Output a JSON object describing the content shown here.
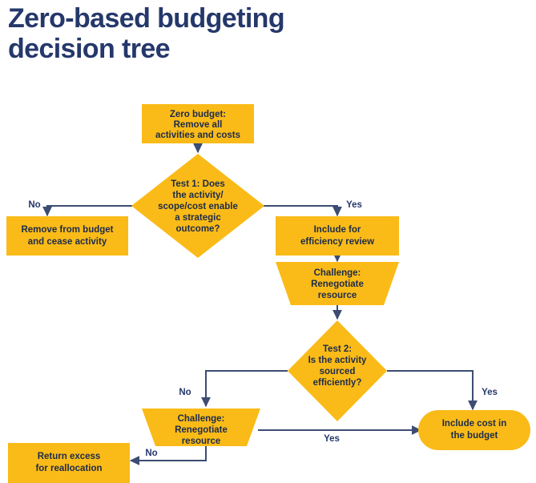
{
  "title": "Zero-based budgeting\ndecision tree",
  "colors": {
    "node_fill": "#FABB18",
    "title_text": "#25386B",
    "node_text": "#1C2B4A",
    "edge": "#3C4C73",
    "background": "#FFFFFF"
  },
  "diagram": {
    "type": "flowchart",
    "nodes": [
      {
        "id": "start",
        "shape": "rectangle",
        "lines": [
          "Zero budget:",
          "Remove all",
          "activities and costs"
        ]
      },
      {
        "id": "test1",
        "shape": "diamond",
        "lines": [
          "Test 1: Does",
          "the activity/",
          "scope/cost enable",
          "a strategic",
          "outcome?"
        ]
      },
      {
        "id": "remove",
        "shape": "rectangle",
        "lines": [
          "Remove from budget",
          "and cease activity"
        ]
      },
      {
        "id": "include-review",
        "shape": "rectangle",
        "lines": [
          "Include for",
          "efficiency review"
        ]
      },
      {
        "id": "challenge1",
        "shape": "trapezoid",
        "lines": [
          "Challenge:",
          "Renegotiate",
          "resource"
        ]
      },
      {
        "id": "test2",
        "shape": "diamond",
        "lines": [
          "Test 2:",
          "Is the activity",
          "sourced",
          "efficiently?"
        ]
      },
      {
        "id": "challenge2",
        "shape": "trapezoid",
        "lines": [
          "Challenge:",
          "Renegotiate",
          "resource"
        ]
      },
      {
        "id": "include-cost",
        "shape": "rounded-pill",
        "lines": [
          "Include cost in",
          "the budget"
        ]
      },
      {
        "id": "return-excess",
        "shape": "rectangle",
        "lines": [
          "Return excess",
          "for reallocation"
        ]
      }
    ],
    "edges": [
      {
        "id": "start-test1",
        "from": "start",
        "to": "test1",
        "label": ""
      },
      {
        "id": "test1-remove",
        "from": "test1",
        "to": "remove",
        "label": "No"
      },
      {
        "id": "test1-include-review",
        "from": "test1",
        "to": "include-review",
        "label": "Yes"
      },
      {
        "id": "include-review-challenge1",
        "from": "include-review",
        "to": "challenge1",
        "label": ""
      },
      {
        "id": "challenge1-test2",
        "from": "challenge1",
        "to": "test2",
        "label": ""
      },
      {
        "id": "test2-challenge2",
        "from": "test2",
        "to": "challenge2",
        "label": "No"
      },
      {
        "id": "test2-include-cost",
        "from": "test2",
        "to": "include-cost",
        "label": "Yes"
      },
      {
        "id": "challenge2-include-cost",
        "from": "challenge2",
        "to": "include-cost",
        "label": "Yes"
      },
      {
        "id": "challenge2-return-excess",
        "from": "challenge2",
        "to": "return-excess",
        "label": "No"
      }
    ]
  }
}
